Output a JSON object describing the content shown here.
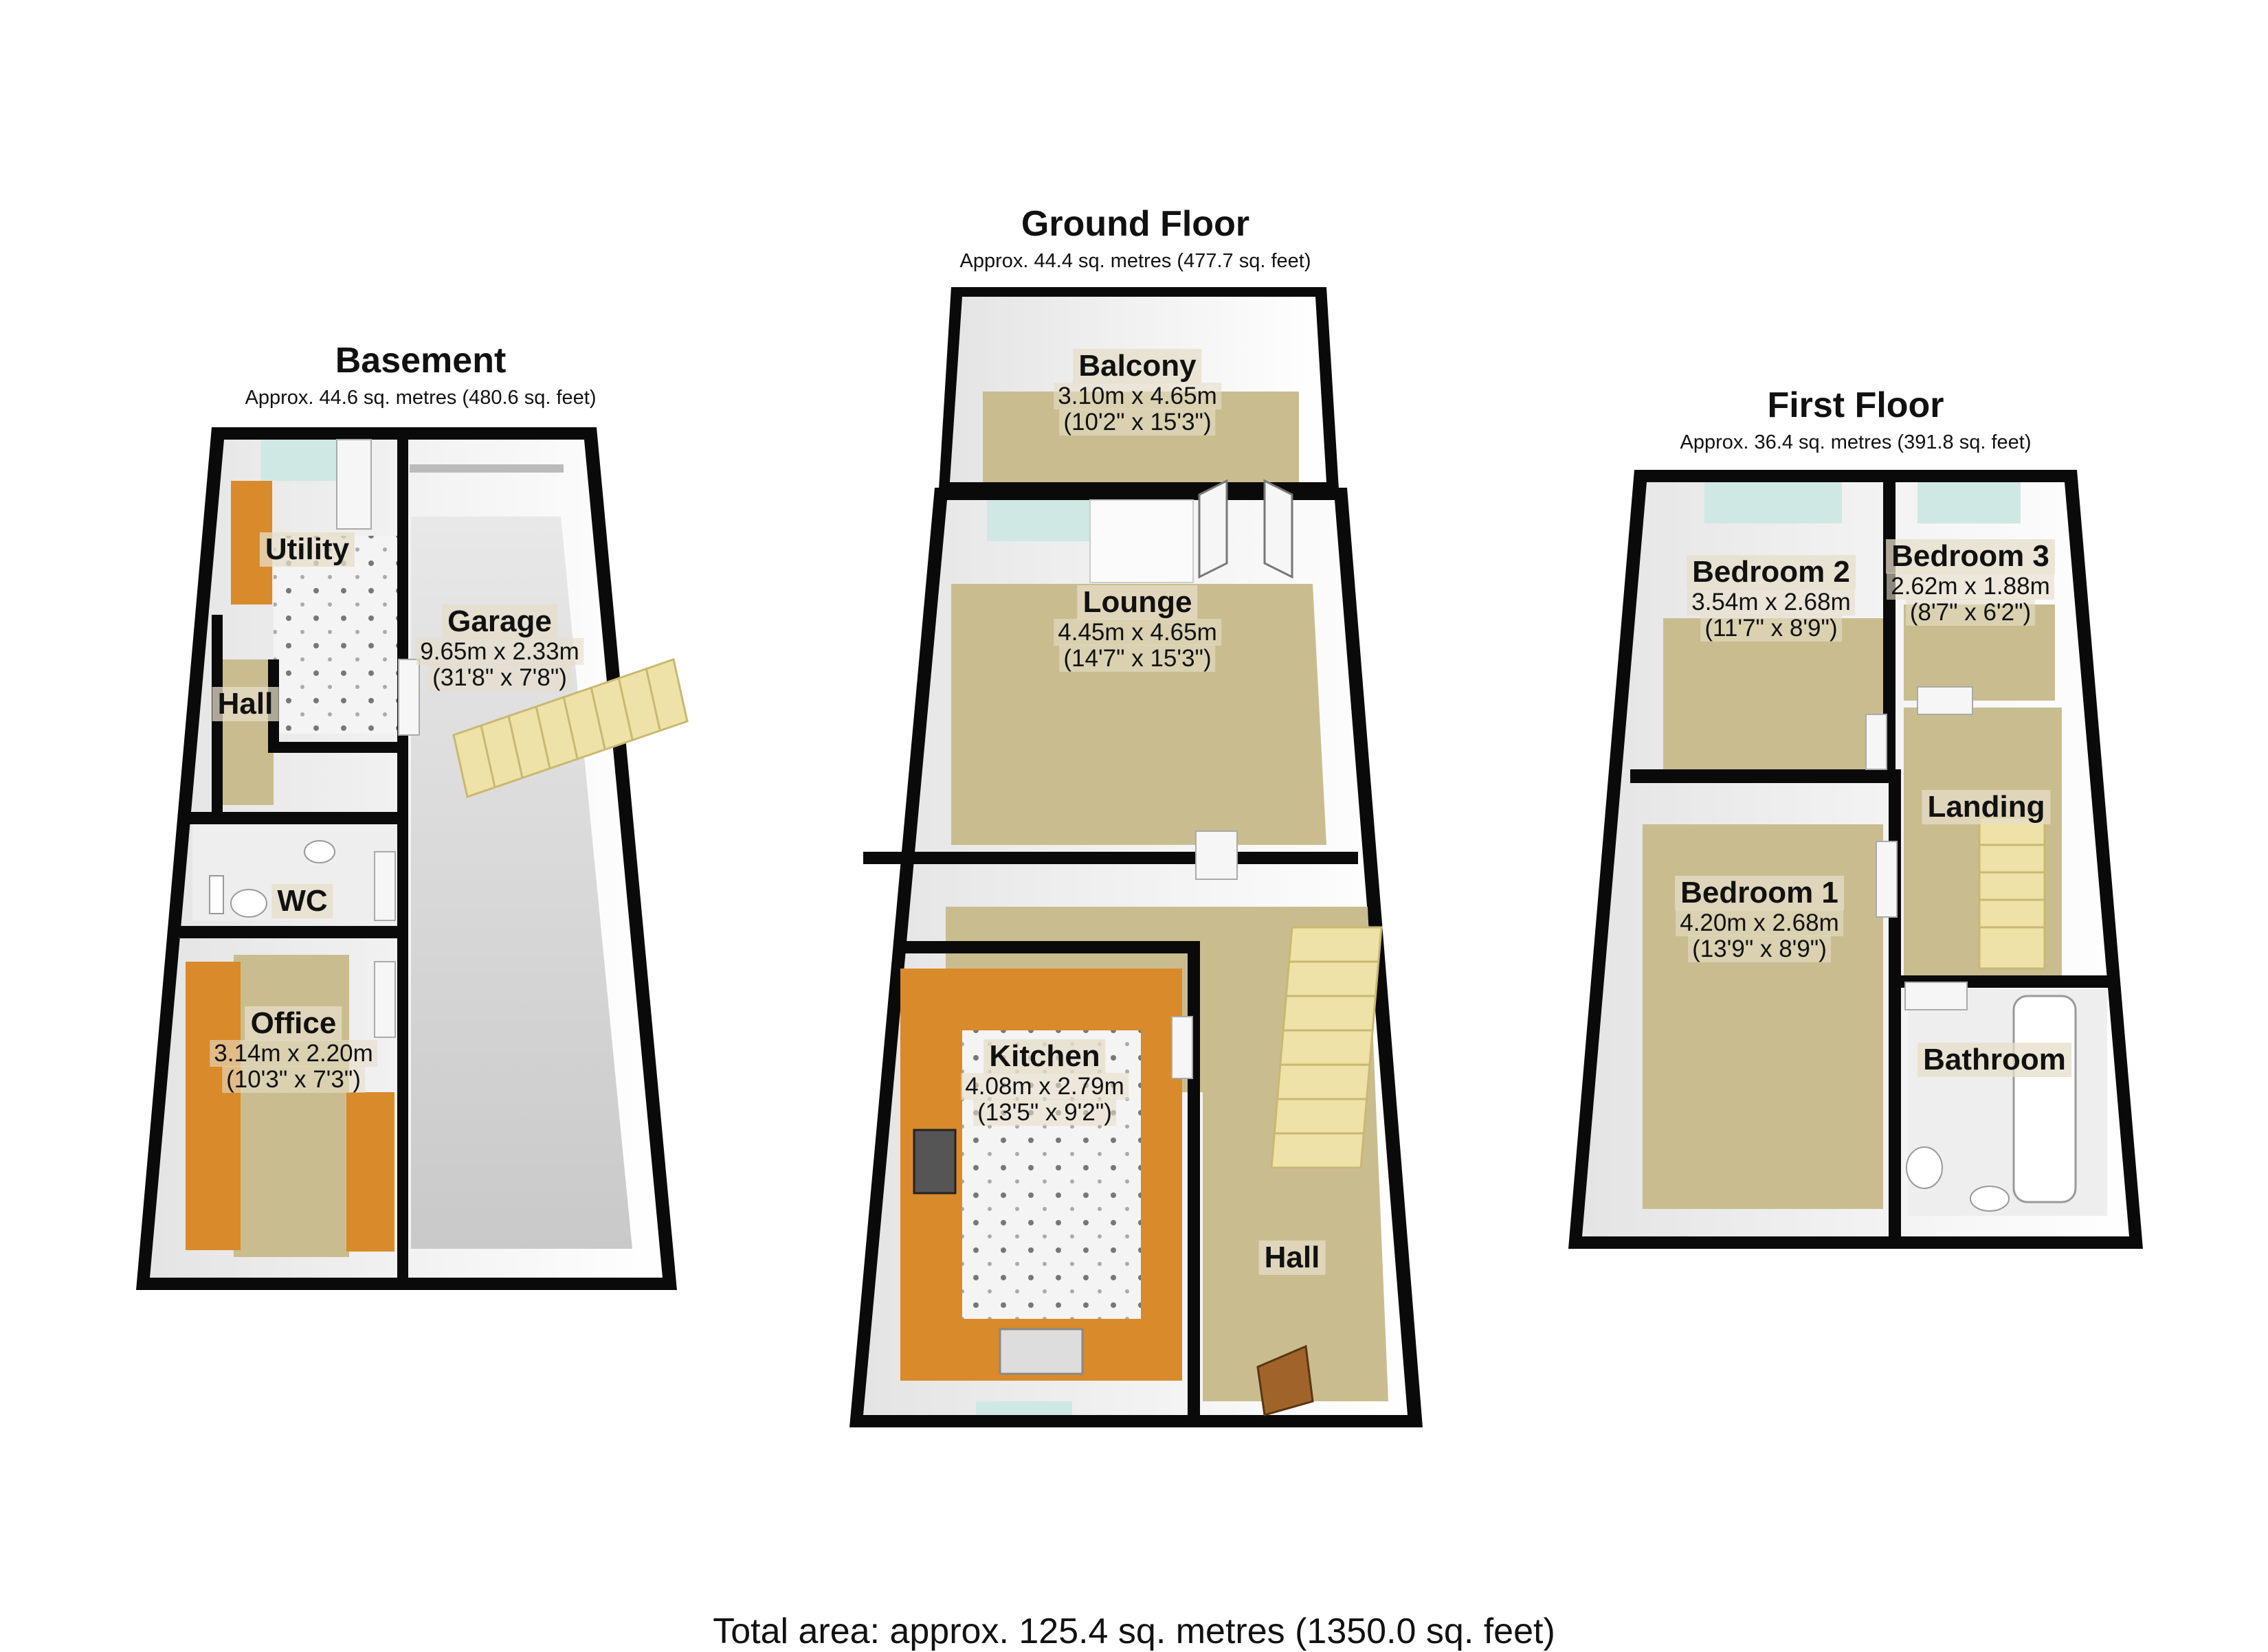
{
  "floors": {
    "basement": {
      "title": "Basement",
      "area": "Approx.  44.6 sq. metres (480.6 sq. feet)",
      "rooms": {
        "utility": {
          "name": "Utility"
        },
        "hall": {
          "name": "Hall"
        },
        "garage": {
          "name": "Garage",
          "metric": "9.65m x 2.33m",
          "imperial": "(31'8\" x 7'8\")"
        },
        "wc": {
          "name": "WC"
        },
        "office": {
          "name": "Office",
          "metric": "3.14m x 2.20m",
          "imperial": "(10'3\" x 7'3\")"
        }
      }
    },
    "ground": {
      "title": "Ground Floor",
      "area": "Approx.  44.4 sq. metres (477.7 sq. feet)",
      "rooms": {
        "balcony": {
          "name": "Balcony",
          "metric": "3.10m x 4.65m",
          "imperial": "(10'2\" x 15'3\")"
        },
        "lounge": {
          "name": "Lounge",
          "metric": "4.45m x 4.65m",
          "imperial": "(14'7\" x 15'3\")"
        },
        "kitchen": {
          "name": "Kitchen",
          "metric": "4.08m x 2.79m",
          "imperial": "(13'5\" x 9'2\")"
        },
        "hall": {
          "name": "Hall"
        }
      }
    },
    "first": {
      "title": "First Floor",
      "area": "Approx.  36.4 sq. metres (391.8 sq. feet)",
      "rooms": {
        "bedroom2": {
          "name": "Bedroom 2",
          "metric": "3.54m x 2.68m",
          "imperial": "(11'7\" x 8'9\")"
        },
        "bedroom3": {
          "name": "Bedroom 3",
          "metric": "2.62m x 1.88m",
          "imperial": "(8'7\" x 6'2\")"
        },
        "landing": {
          "name": "Landing"
        },
        "bedroom1": {
          "name": "Bedroom 1",
          "metric": "4.20m x 2.68m",
          "imperial": "(13'9\" x 8'9\")"
        },
        "bathroom": {
          "name": "Bathroom"
        }
      }
    }
  },
  "total_area": "Total area: approx. 125.4 sq. metres (1350.0 sq. feet)",
  "colors": {
    "wall": "#0a0a0a",
    "wall_inner": "#f2f2f2",
    "carpet": "#c9bd8f",
    "concrete": "#d6d6d6",
    "wood": "#d98a2a",
    "tile": "#eeeeee",
    "window": "#cfe8e3",
    "stairs": "#efe2a8"
  }
}
